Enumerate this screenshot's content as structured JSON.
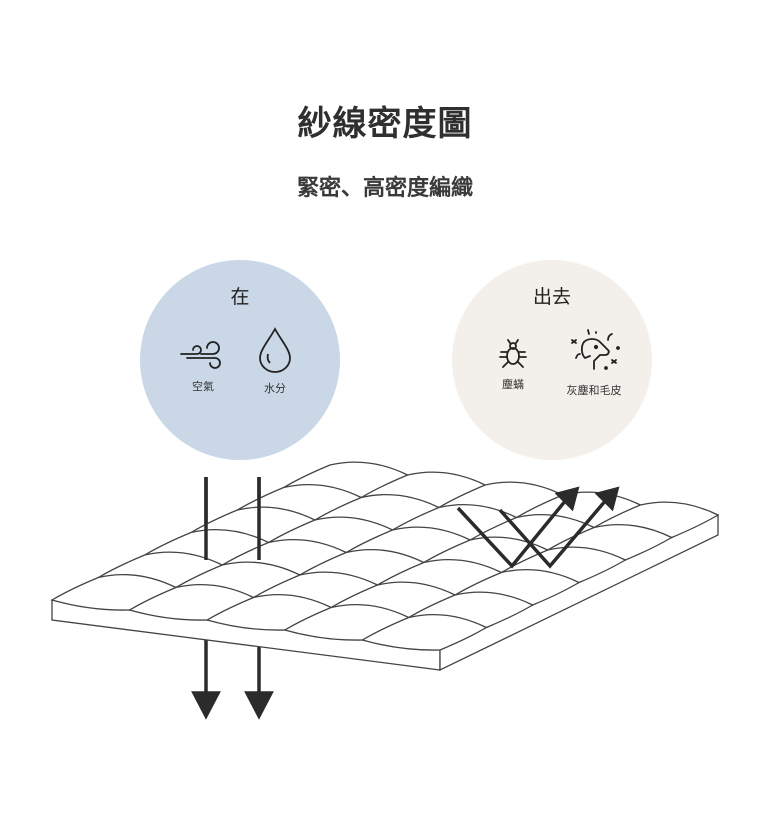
{
  "title": "紗線密度圖",
  "subtitle": "緊密、高密度編織",
  "in_circle": {
    "title": "在",
    "items": [
      {
        "label": "空氣",
        "icon": "wind-icon"
      },
      {
        "label": "水分",
        "icon": "water-drop-icon"
      }
    ],
    "color": "#c9d7e7"
  },
  "out_circle": {
    "title": "出去",
    "items": [
      {
        "label": "塵蟎",
        "icon": "dust-mite-icon"
      },
      {
        "label": "灰塵和毛皮",
        "icon": "dog-dander-icon"
      }
    ],
    "color": "#f3f0eb"
  }
}
